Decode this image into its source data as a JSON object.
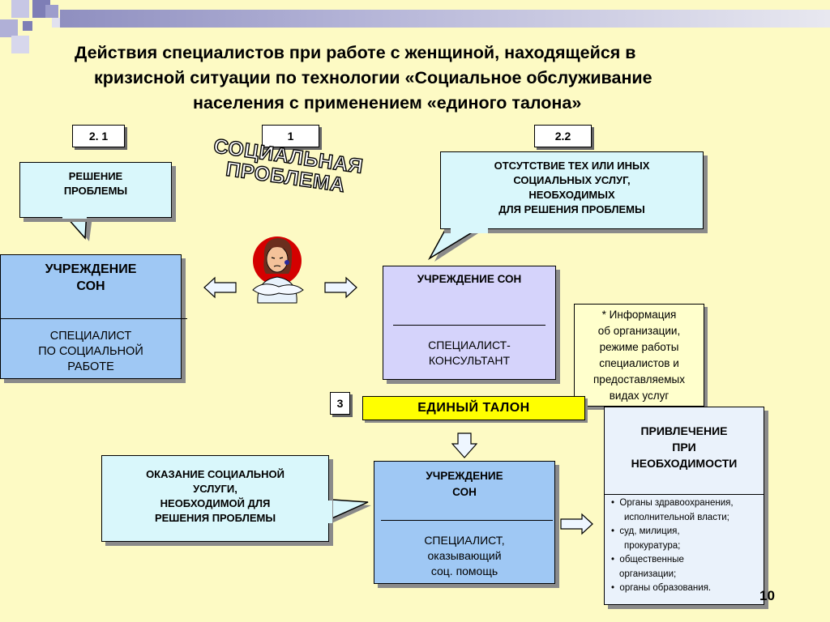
{
  "title": {
    "line1": "Действия специалистов  при работе с женщиной, находящейся в",
    "line2": "кризисной  ситуации по технологии «Социальное обслуживание",
    "line3": "населения  с применением «единого талона»"
  },
  "labels": {
    "n21": "2. 1",
    "n1": "1",
    "n22": "2.2",
    "n3": "3"
  },
  "wordart": {
    "line1": "СОЦИАЛЬНАЯ",
    "line2": "ПРОБЛЕМА"
  },
  "bubble_left": {
    "line1": "РЕШЕНИЕ",
    "line2": "ПРОБЛЕМЫ"
  },
  "bubble_right": {
    "line1": "ОТСУТСТВИЕ ТЕХ ИЛИ ИНЫХ",
    "line2": "СОЦИАЛЬНЫХ УСЛУГ,",
    "line3": "НЕОБХОДИМЫХ",
    "line4": "ДЛЯ РЕШЕНИЯ ПРОБЛЕМЫ"
  },
  "box_left": {
    "top1": "УЧРЕЖДЕНИЕ",
    "top2": "СОН",
    "bot1": "СПЕЦИАЛИСТ",
    "bot2": "ПО СОЦИАЛЬНОЙ",
    "bot3": "РАБОТЕ"
  },
  "box_middle": {
    "top": "УЧРЕЖДЕНИЕ СОН",
    "bot1": "СПЕЦИАЛИСТ-",
    "bot2": "КОНСУЛЬТАНТ"
  },
  "info_note": {
    "line1": "* Информация",
    "line2": "об организации,",
    "line3": "режиме работы",
    "line4": "специалистов и",
    "line5": "предоставляемых",
    "line6": "видах услуг"
  },
  "unified_ticket": "ЕДИНЫЙ ТАЛОН",
  "bubble_bottom": {
    "line1": "ОКАЗАНИЕ СОЦИАЛЬНОЙ",
    "line2": "УСЛУГИ,",
    "line3": "НЕОБХОДИМОЙ ДЛЯ",
    "line4": "РЕШЕНИЯ  ПРОБЛЕМЫ"
  },
  "box_bottom": {
    "top1": "УЧРЕЖДЕНИЕ",
    "top2": "СОН",
    "bot1": "СПЕЦИАЛИСТ,",
    "bot2": "оказывающий",
    "bot3": "соц. помощь"
  },
  "box_right": {
    "head1": "ПРИВЛЕЧЕНИЕ",
    "head2": "ПРИ",
    "head3": "НЕОБХОДИМОСТИ",
    "items": [
      {
        "l1": "Органы здравоохранения,",
        "l2": "исполнительной власти;"
      },
      {
        "l1": "суд, милиция,",
        "l2": "прокуратура;"
      },
      {
        "l1": "общественные",
        "l2": "организации;"
      },
      {
        "l1": "органы образования.",
        "l2": ""
      }
    ]
  },
  "page_number": "10",
  "colors": {
    "background": "#fdfac4",
    "bubble": "#d9f7fb",
    "blue_box": "#9fc8f4",
    "lilac_box": "#d5d3fb",
    "ticket": "#ffff00",
    "right_box": "#eaf2fb"
  }
}
